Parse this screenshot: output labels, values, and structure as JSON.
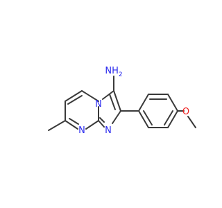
{
  "colors": {
    "bond": "#3a3a3a",
    "nitrogen": "#2a2aee",
    "oxygen": "#ee2020"
  },
  "atoms": {
    "amine": "NH",
    "amine_sub": "2",
    "n_bridge": "N",
    "n_imidazole": "N",
    "n_pyrimidine": "N",
    "o_methoxy": "O"
  }
}
